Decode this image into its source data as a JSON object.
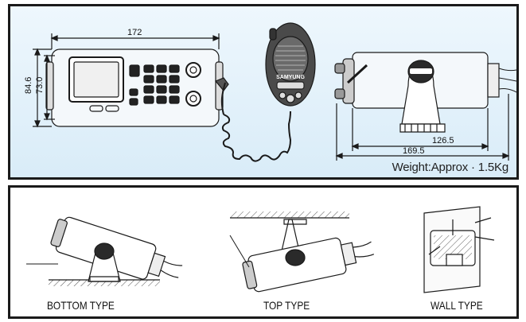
{
  "dimensions": {
    "width_total": "172",
    "height_total": "84.6",
    "height_body": "73.0",
    "depth_body": "126.5",
    "depth_total": "169.5"
  },
  "weight_text": "Weight:Approx · 1.5Kg",
  "mount_types": [
    {
      "label": "BOTTOM TYPE"
    },
    {
      "label": "TOP TYPE"
    },
    {
      "label": "WALL TYPE"
    }
  ],
  "microphone": {
    "brand": "SAMYUNG"
  },
  "colors": {
    "panel_bg": "#e3f1fa",
    "border": "#1a1a1a"
  }
}
